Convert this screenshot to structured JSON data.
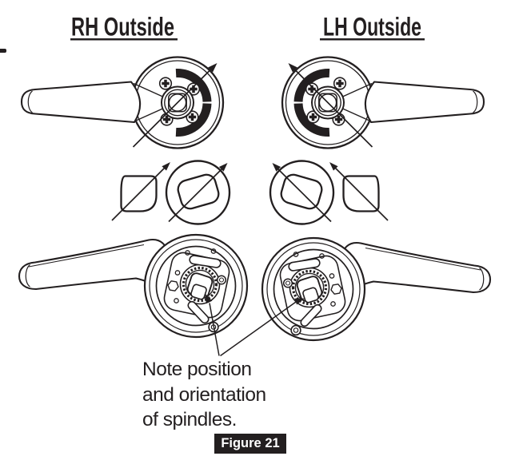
{
  "colors": {
    "ink": "#231f20",
    "paper": "#ffffff",
    "badge_bg": "#231f20",
    "badge_text": "#ffffff"
  },
  "headings": {
    "rh": "RH Outside",
    "lh": "LH Outside"
  },
  "note": {
    "line1": "Note position",
    "line2": "and orientation",
    "line3": "of spindles."
  },
  "badge": {
    "label": "Figure 21"
  },
  "icons": {
    "rotation_arrow": "↗",
    "phillips_screw": "⊕",
    "spindle_profile": "◇"
  }
}
